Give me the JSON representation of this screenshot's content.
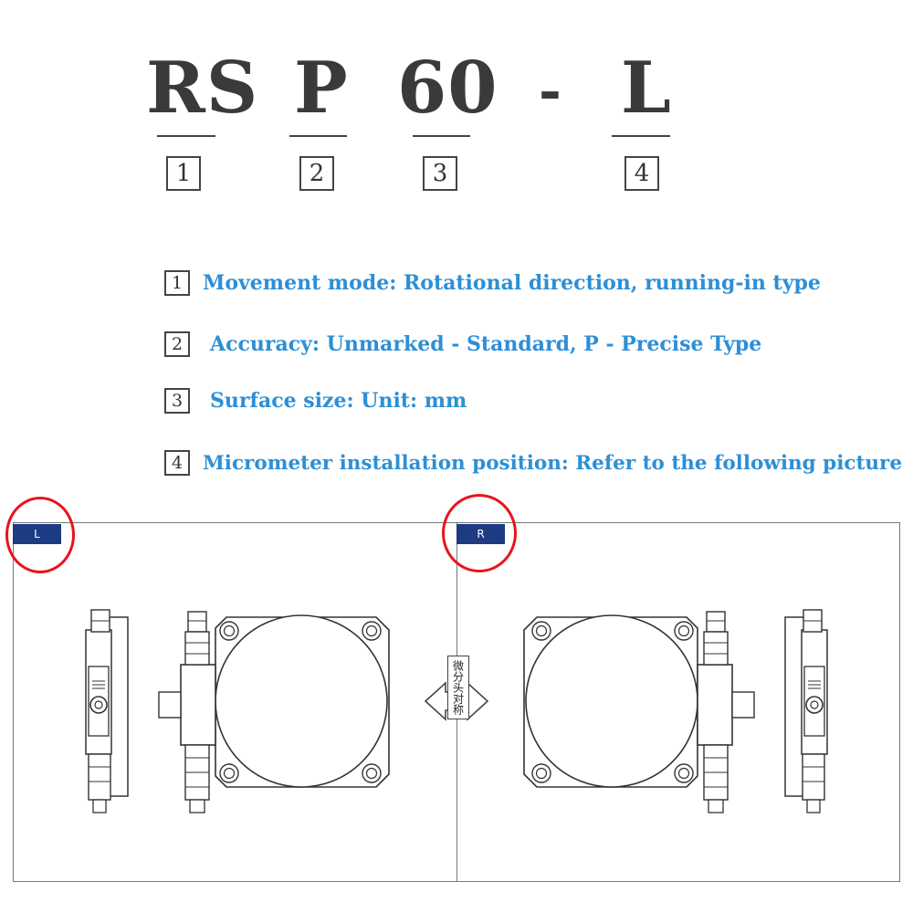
{
  "code": {
    "parts": [
      {
        "text": "RS",
        "num": "1"
      },
      {
        "text": "P",
        "num": "2"
      },
      {
        "text": "60",
        "num": "3"
      },
      {
        "text": "-",
        "num": ""
      },
      {
        "text": "L",
        "num": "4"
      }
    ]
  },
  "descriptions": [
    {
      "num": "1",
      "text": "Movement mode: Rotational direction, running-in type"
    },
    {
      "num": "2",
      "text": "Accuracy: Unmarked - Standard, P - Precise Type"
    },
    {
      "num": "3",
      "text": "Surface size: Unit: mm"
    },
    {
      "num": "4",
      "text": "Micrometer installation position: Refer to the following picture"
    }
  ],
  "panels": {
    "left": {
      "tag": "L"
    },
    "right": {
      "tag": "R"
    },
    "center_label": "微分头对称"
  },
  "colors": {
    "description_text": "#2d8fd6",
    "tag_bg": "#1d3b82",
    "highlight_ring": "#e8141e",
    "code_text": "#3a3a3a"
  }
}
